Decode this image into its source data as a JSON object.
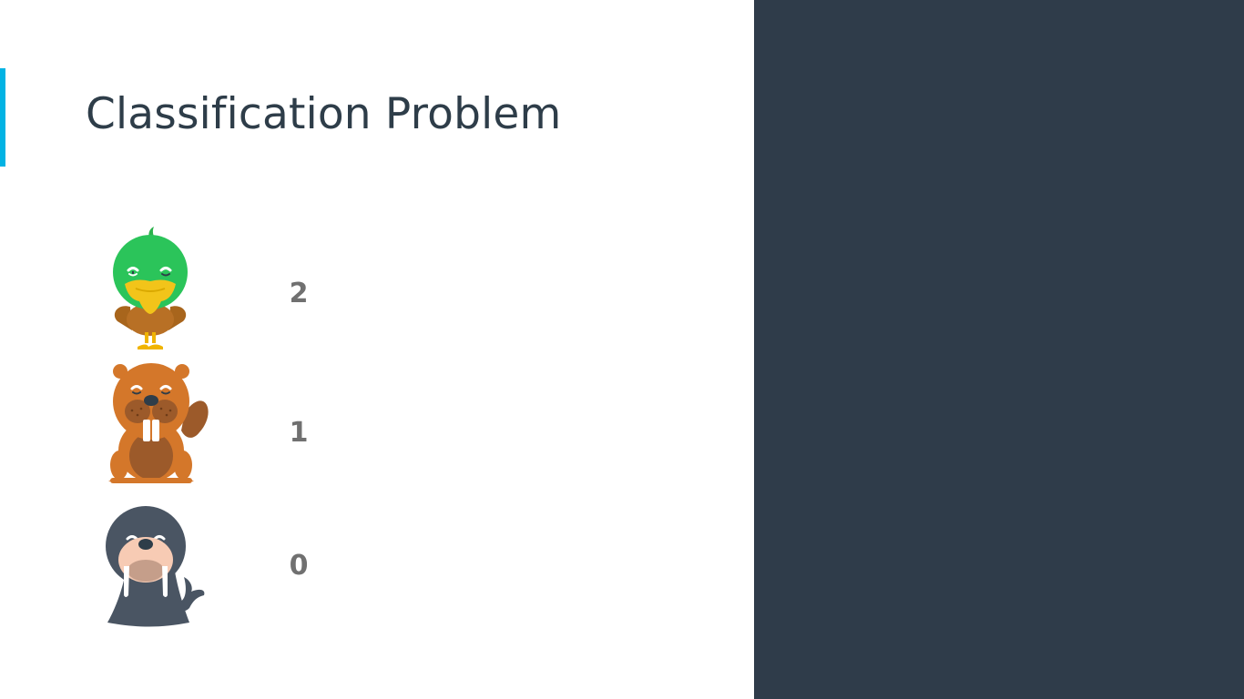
{
  "slide": {
    "title": "Classification Problem",
    "colors": {
      "accent": "#02b3e4",
      "right_panel": "#2f3c4a",
      "title": "#2e3d49",
      "label": "#707070"
    }
  },
  "animals": [
    {
      "icon": "duck-icon",
      "label": "2"
    },
    {
      "icon": "beaver-icon",
      "label": "1"
    },
    {
      "icon": "walrus-icon",
      "label": "0"
    }
  ]
}
